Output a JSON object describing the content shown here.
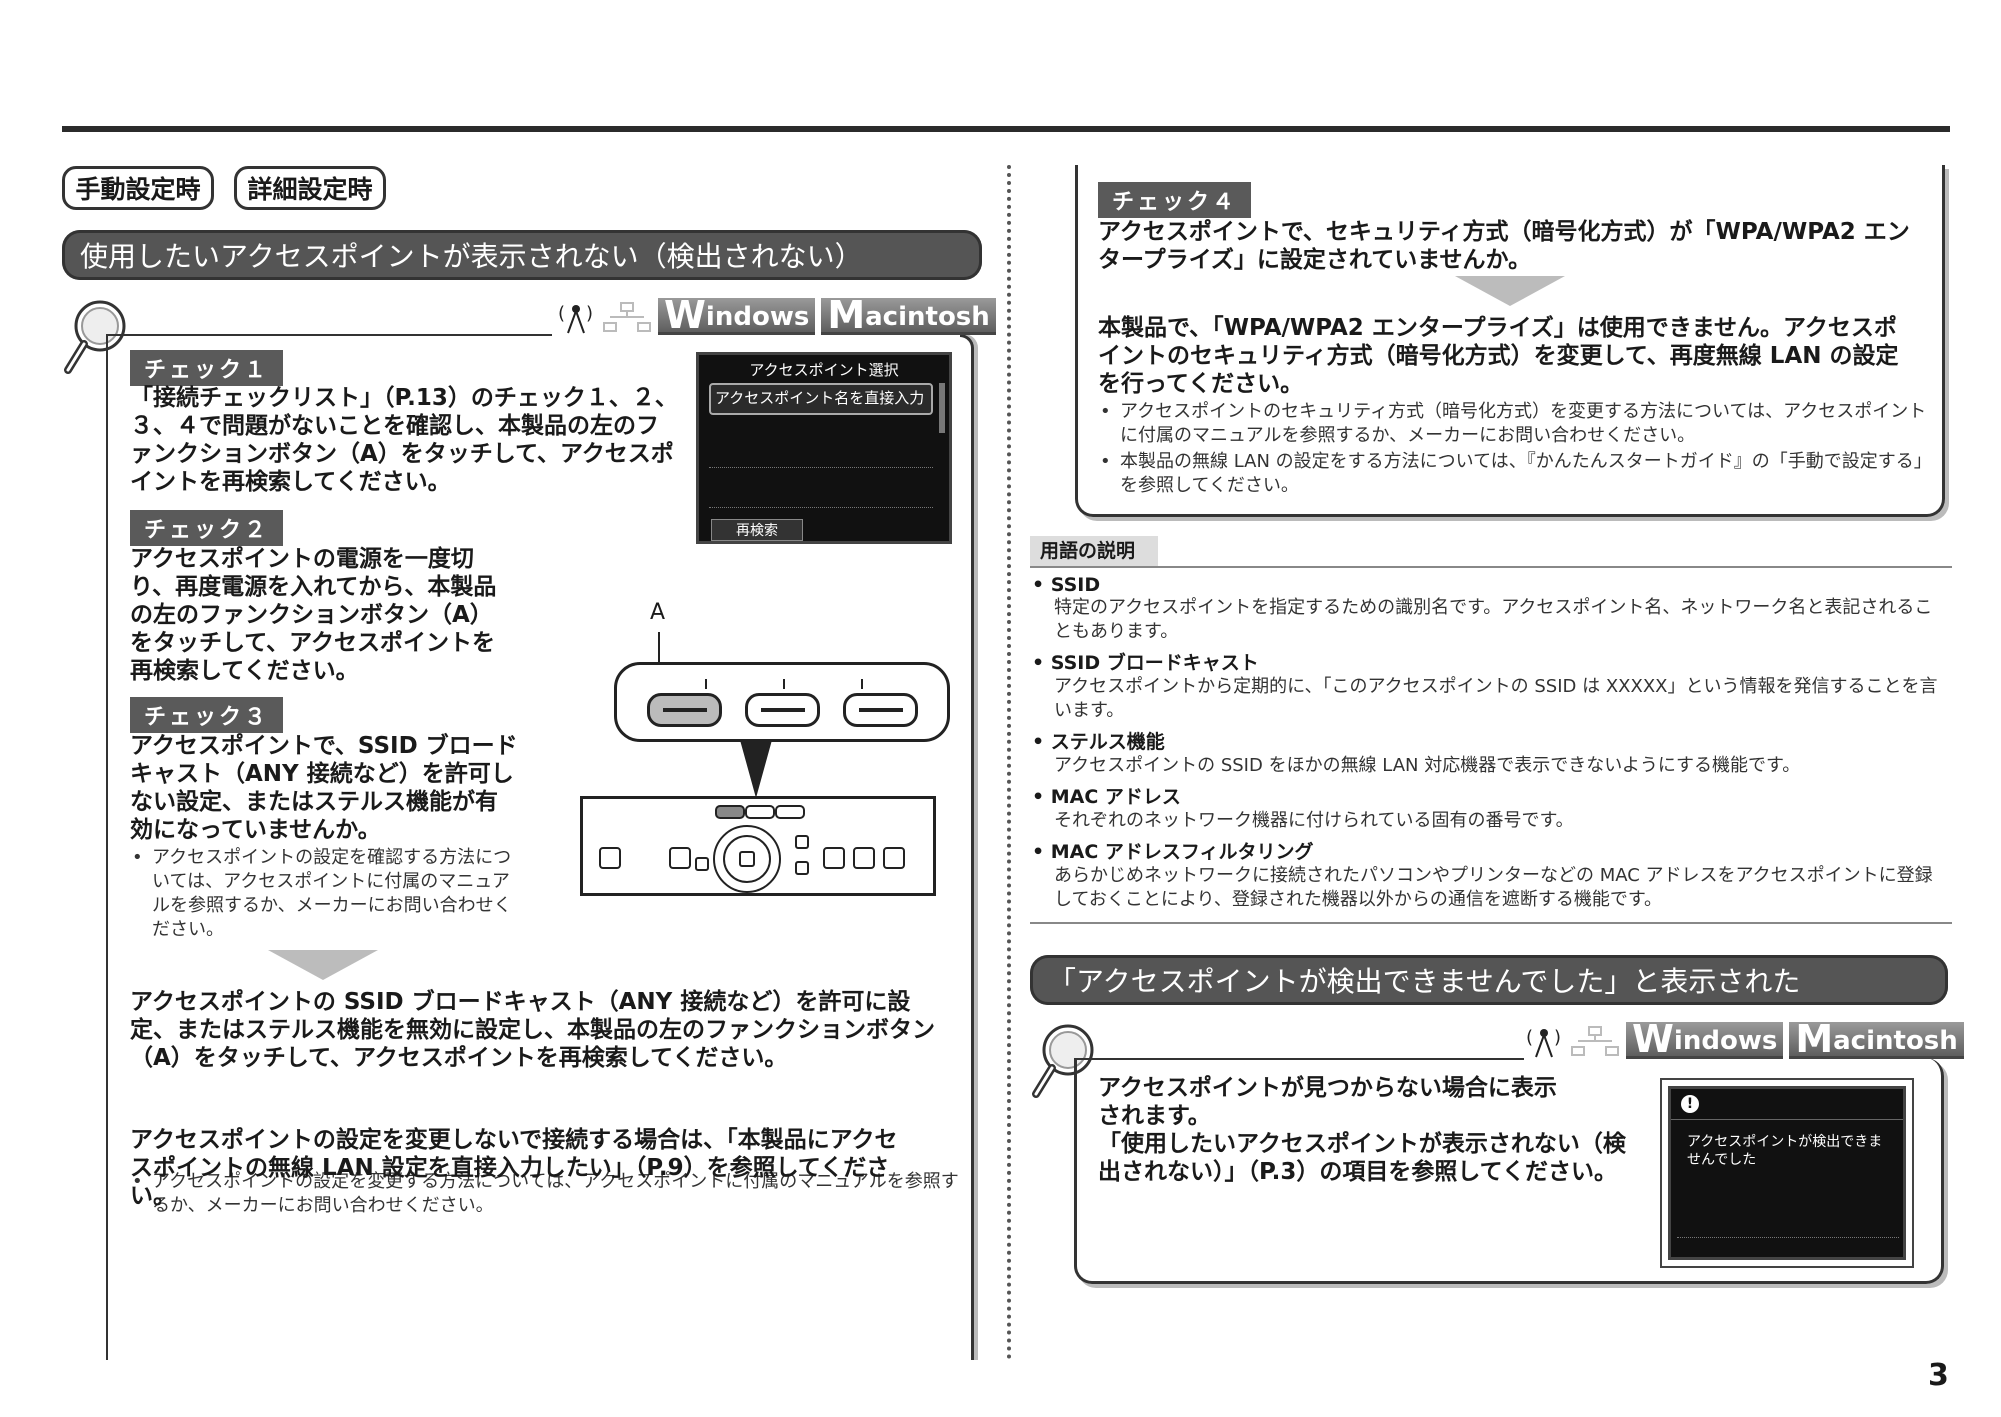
{
  "tags": {
    "manual": "手動設定時",
    "detail": "詳細設定時"
  },
  "section1": {
    "title": "使用したいアクセスポイントが表示されない（検出されない）",
    "check1": {
      "label": "チェック１",
      "text": "「接続チェックリスト」（P.13）のチェック１、２、３、４で問題がないことを確認し、本製品の左のファンクションボタン（A）をタッチして、アクセスポイントを再検索してください。"
    },
    "check2": {
      "label": "チェック２",
      "text": "アクセスポイントの電源を一度切り、再度電源を入れてから、本製品の左のファンクションボタン（A）をタッチして、アクセスポイントを再検索してください。"
    },
    "check3": {
      "label": "チェック３",
      "text": "アクセスポイントで、SSID ブロードキャスト（ANY 接続など）を許可しない設定、またはステルス機能が有効になっていませんか。",
      "note": "アクセスポイントの設定を確認する方法については、アクセスポイントに付属のマニュアルを参照するか、メーカーにお問い合わせください。"
    },
    "answer": "アクセスポイントの SSID ブロードキャスト（ANY 接続など）を許可に設定、またはステルス機能を無効に設定し、本製品の左のファンクションボタン（A）をタッチして、アクセスポイントを再検索してください。",
    "answer_note": "アクセスポイントの設定を変更する方法については、アクセスポイントに付属のマニュアルを参照するか、メーカーにお問い合わせください。",
    "answer2": "アクセスポイントの設定を変更しないで接続する場合は、「本製品にアクセスポイントの無線 LAN 設定を直接入力したい」（P.9）を参照してください。",
    "screen": {
      "title": "アクセスポイント選択",
      "item": "アクセスポイント名を直接入力",
      "button": "再検索"
    },
    "label_a": "A"
  },
  "os": {
    "windows_initial": "W",
    "windows_rest": "indows",
    "mac_initial": "M",
    "mac_rest": "acintosh"
  },
  "check4": {
    "label": "チェック４",
    "question": "アクセスポイントで、セキュリティ方式（暗号化方式）が「WPA/WPA2 エンタープライズ」に設定されていませんか。",
    "answer": "本製品で、「WPA/WPA2 エンタープライズ」は使用できません。アクセスポイントのセキュリティ方式（暗号化方式）を変更して、再度無線 LAN の設定を行ってください。",
    "notes": [
      "アクセスポイントのセキュリティ方式（暗号化方式）を変更する方法については、アクセスポイントに付属のマニュアルを参照するか、メーカーにお問い合わせください。",
      "本製品の無線 LAN の設定をする方法については、『かんたんスタートガイド』の「手動で設定する」を参照してください。"
    ]
  },
  "glossary": {
    "heading": "用語の説明",
    "terms": [
      {
        "term": "SSID",
        "desc": "特定のアクセスポイントを指定するための識別名です。アクセスポイント名、ネットワーク名と表記されることもあります。"
      },
      {
        "term": "SSID ブロードキャスト",
        "desc": "アクセスポイントから定期的に、「このアクセスポイントの SSID は XXXXX」という情報を発信することを言います。"
      },
      {
        "term": "ステルス機能",
        "desc": "アクセスポイントの SSID をほかの無線 LAN 対応機器で表示できないようにする機能です。"
      },
      {
        "term": "MAC アドレス",
        "desc": "それぞれのネットワーク機器に付けられている固有の番号です。"
      },
      {
        "term": "MAC アドレスフィルタリング",
        "desc": "あらかじめネットワークに接続されたパソコンやプリンターなどの MAC アドレスをアクセスポイントに登録しておくことにより、登録された機器以外からの通信を遮断する機能です。"
      }
    ]
  },
  "section2": {
    "title": "「アクセスポイントが検出できませんでした」と表示された",
    "text1": "アクセスポイントが見つからない場合に表示されます。",
    "text2": "「使用したいアクセスポイントが表示されない（検出されない）」（P.3）の項目を参照してください。",
    "screen_msg": "アクセスポイントが検出できませんでした"
  },
  "page_number": "3"
}
